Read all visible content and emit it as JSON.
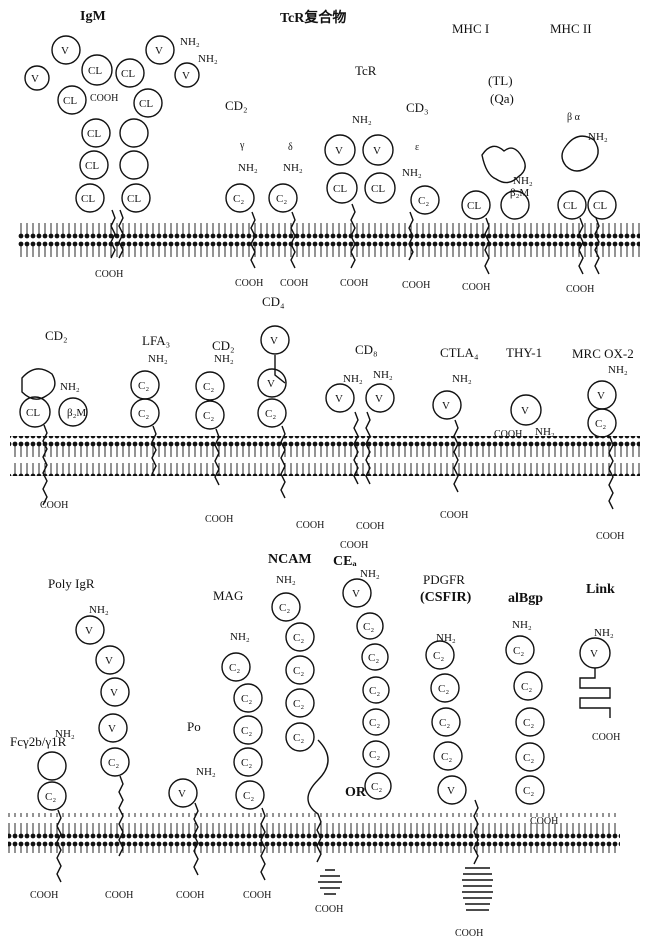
{
  "panels": [
    {
      "id": "top",
      "labels": {
        "igm": "IgM",
        "tcr_complex": "TcR复合物",
        "mhc1": "MHC I",
        "mhc2": "MHC II",
        "tcr": "TcR",
        "cd2_top": "CD₂",
        "cd3": "CD₃",
        "tl": "(TL)",
        "qa": "(Qa)",
        "gamma": "γ",
        "delta": "δ",
        "epsilon": "ε",
        "beta_alpha": "β  α"
      }
    },
    {
      "id": "middle",
      "labels": {
        "cd4": "CD₄",
        "cd2": "CD₂",
        "lfa": "LFA₃",
        "cd2b": "CD₂",
        "cd8": "CD₈",
        "ctla": "CTLA₄",
        "thy1": "THY-1",
        "mrc": "MRC OX-2",
        "b2m": "β₂M"
      }
    },
    {
      "id": "bottom",
      "labels": {
        "polyigr": "Poly IgR",
        "fcgr": "Fcγ2b/γ1R",
        "po": "Po",
        "mag": "MAG",
        "ncam": "NCAM",
        "cea": "CEₐ",
        "pdgfr": "PDGFR",
        "csf": "(CSFIR)",
        "albgp": "alBgp",
        "link": "Link",
        "or": "OR"
      }
    }
  ],
  "domain_text": {
    "v": "V",
    "cl": "CL",
    "c2": "C₂",
    "nh2": "NH₂",
    "cooh": "COOH",
    "b2m": "β₂M"
  }
}
